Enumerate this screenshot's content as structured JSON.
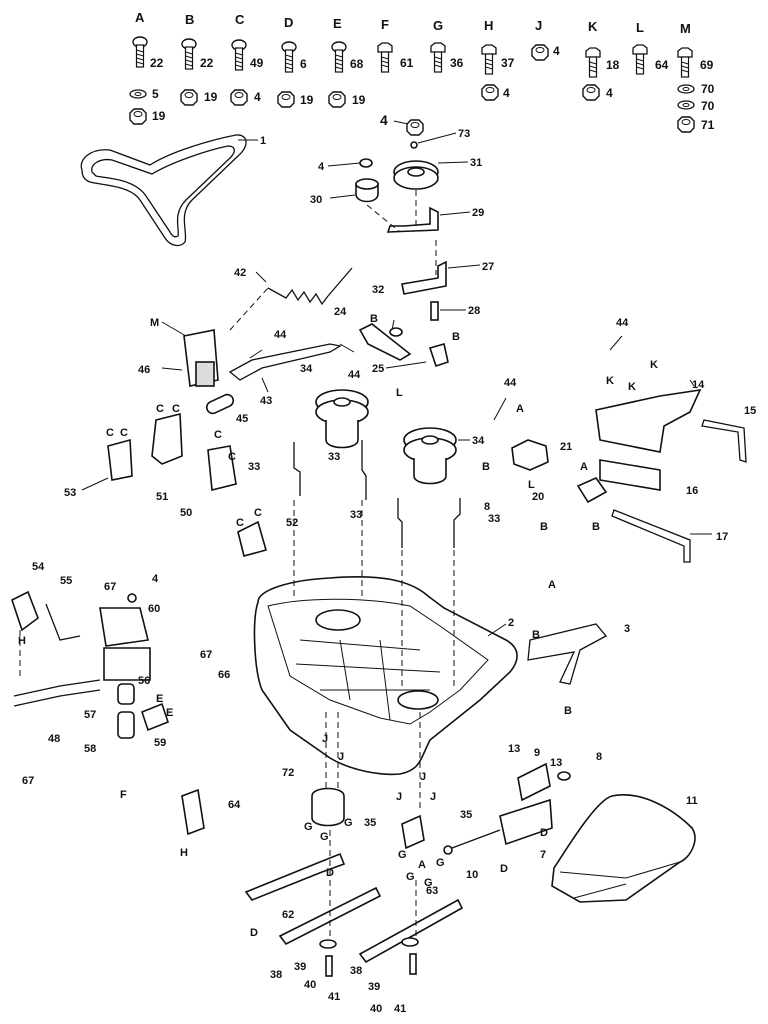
{
  "hardware_row": {
    "letters": [
      "A",
      "B",
      "C",
      "D",
      "E",
      "F",
      "G",
      "H",
      "J",
      "K",
      "L",
      "M"
    ],
    "bolt_numbers": [
      "22",
      "22",
      "49",
      "6",
      "68",
      "61",
      "36",
      "37",
      "4",
      "18",
      "64",
      "69"
    ],
    "A_washer": "5",
    "A_nut": "19",
    "B_nut": "19",
    "C_nut": "4",
    "D_nut": "19",
    "E_nut": "19",
    "H_nut": "4",
    "K_nut": "4",
    "M_parts": [
      "70",
      "70",
      "71"
    ]
  },
  "callouts": {
    "c1": "1",
    "c2": "2",
    "c3": "3",
    "c4a": "4",
    "c4b": "4",
    "c4c": "4",
    "c7": "7",
    "c8a": "8",
    "c8b": "8",
    "c9": "9",
    "c10": "10",
    "c11": "11",
    "c13a": "13",
    "c13b": "13",
    "c14": "14",
    "c15": "15",
    "c16": "16",
    "c17": "17",
    "c20": "20",
    "c21": "21",
    "c24": "24",
    "c25": "25",
    "c27": "27",
    "c28": "28",
    "c29": "29",
    "c30": "30",
    "c31": "31",
    "c32": "32",
    "c33a": "33",
    "c33b": "33",
    "c33c": "33",
    "c33d": "33",
    "c34a": "34",
    "c34b": "34",
    "c35a": "35",
    "c35b": "35",
    "c38a": "38",
    "c38b": "38",
    "c39a": "39",
    "c39b": "39",
    "c40a": "40",
    "c40b": "40",
    "c41a": "41",
    "c41b": "41",
    "c42": "42",
    "c43": "43",
    "c44a": "44",
    "c44b": "44",
    "c44c": "44",
    "c44d": "44",
    "c45": "45",
    "c46": "46",
    "c48": "48",
    "c50": "50",
    "c51": "51",
    "c52": "52",
    "c53": "53",
    "c54": "54",
    "c55": "55",
    "c56": "56",
    "c57": "57",
    "c58": "58",
    "c59": "59",
    "c60": "60",
    "c62": "62",
    "c63": "63",
    "c64": "64",
    "c66": "66",
    "c67a": "67",
    "c67b": "67",
    "c67c": "67",
    "c72": "72",
    "c73": "73"
  },
  "letter_tags": {
    "M": "M",
    "A": "A",
    "B": "B",
    "C": "C",
    "D": "D",
    "E": "E",
    "F": "F",
    "G": "G",
    "H": "H",
    "J": "J",
    "K": "K",
    "L": "L"
  }
}
